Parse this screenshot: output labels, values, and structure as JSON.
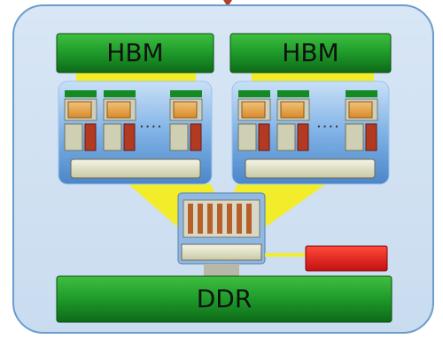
{
  "labels": {
    "hbm_left": "HBM",
    "hbm_right": "HBM",
    "ddr": "DDR",
    "ellipsis": "...."
  },
  "colors": {
    "background": "#cfe0f2",
    "border": "#6a9ccc",
    "memory_green": "#1e8a2c",
    "highlight_yellow": "#f2ec2a",
    "accent_red": "#e01c1c"
  }
}
